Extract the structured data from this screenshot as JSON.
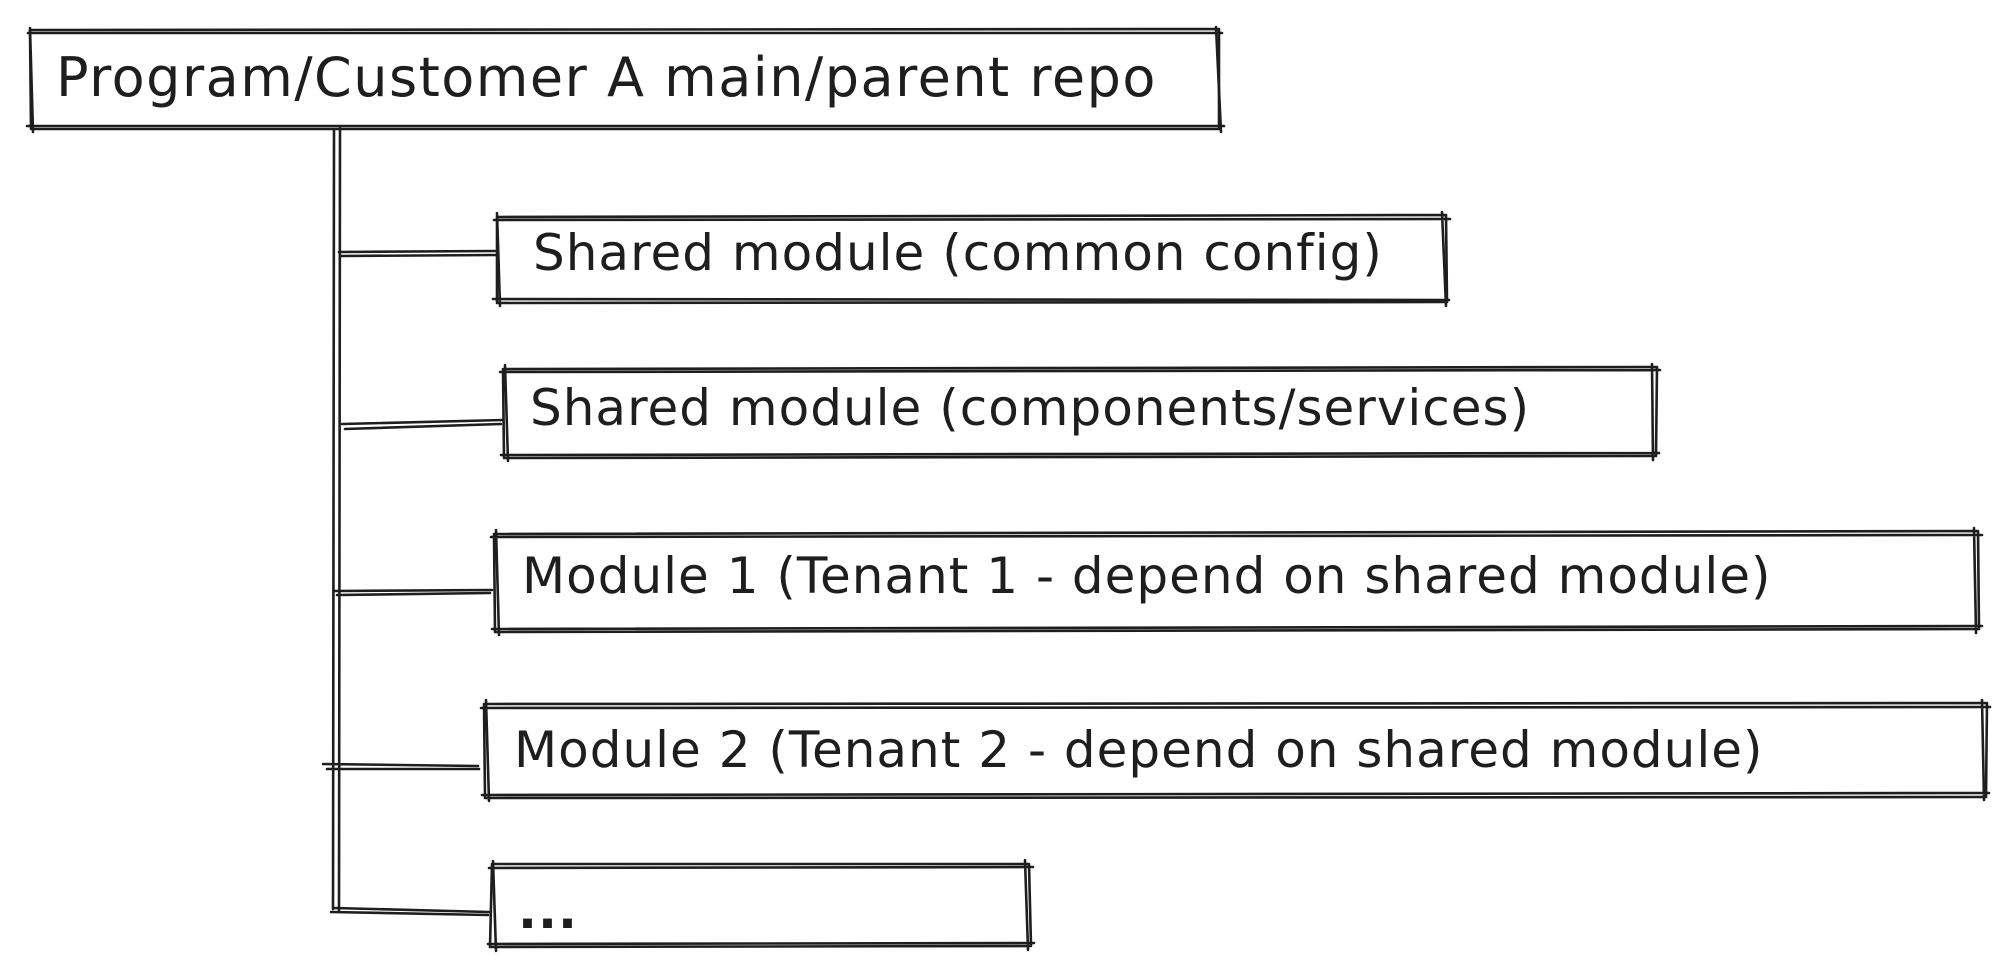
{
  "diagram": {
    "root": {
      "label": "Program/Customer A main/parent repo"
    },
    "children": [
      {
        "label": "Shared module (common config)"
      },
      {
        "label": "Shared module (components/services)"
      },
      {
        "label": "Module 1 (Tenant 1 - depend on shared module)"
      },
      {
        "label": "Module 2 (Tenant 2 - depend on shared module)"
      },
      {
        "label": "..."
      }
    ]
  },
  "colors": {
    "stroke": "#1e1e1e",
    "background": "#ffffff"
  }
}
